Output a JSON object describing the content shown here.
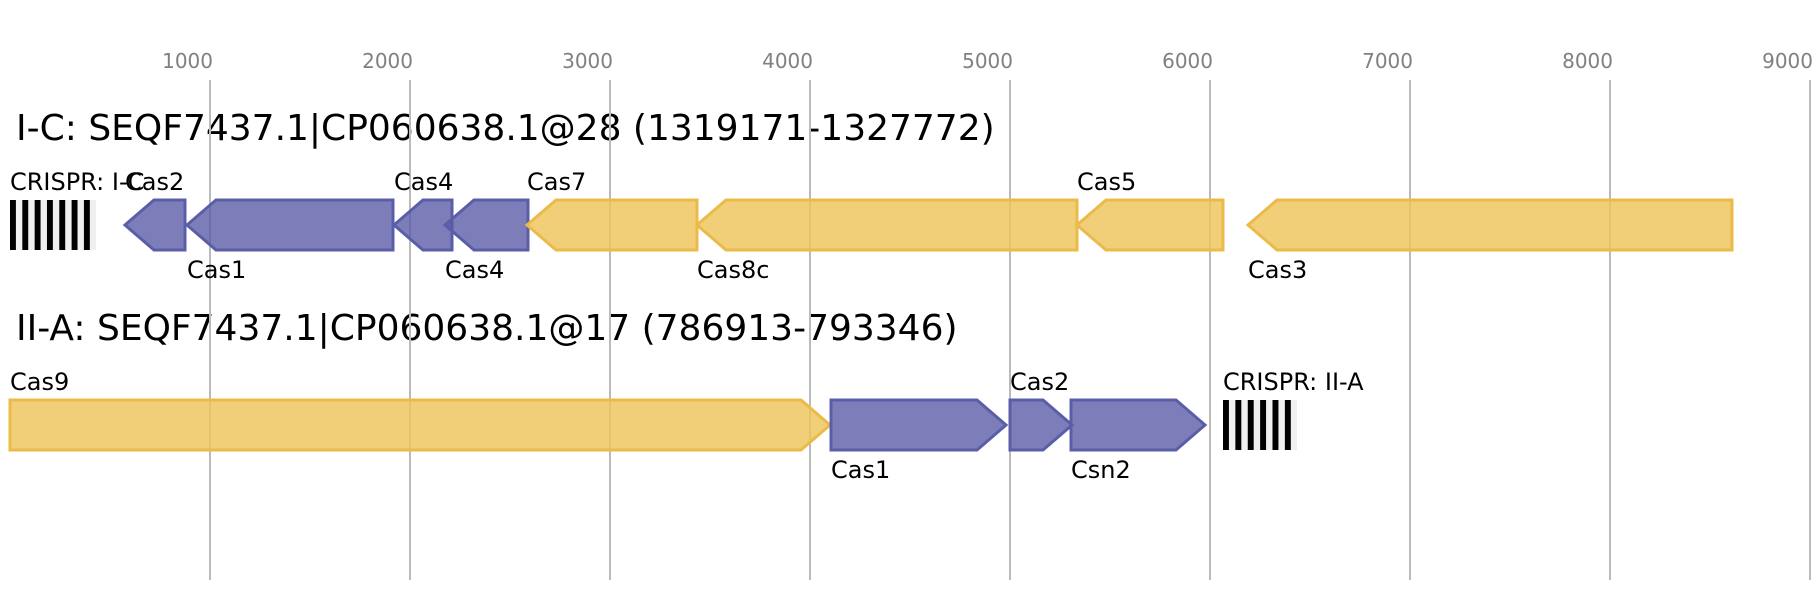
{
  "axis": {
    "ticks": [
      1000,
      2000,
      3000,
      4000,
      5000,
      6000,
      7000,
      8000,
      9000
    ],
    "tick_labels": [
      "1000",
      "2000",
      "3000",
      "4000",
      "5000",
      "6000",
      "7000",
      "8000",
      "9000"
    ],
    "range_bp": [
      0,
      9000
    ]
  },
  "colors": {
    "purple_fill": "#7b7db5",
    "purple_stroke": "#5a5ea8",
    "yellow_fill": "#f0cb72",
    "yellow_stroke": "#ebbb4a",
    "crispr_bar": "#000000",
    "gridline": "#bbbbbb",
    "tick_label": "#808080"
  },
  "tracks": [
    {
      "title": "I-C: SEQF7437.1|CP060638.1@28 (1319171-1327772)",
      "features": [
        {
          "type": "crispr",
          "label": "CRISPR: I-C",
          "start": 0,
          "end": 430,
          "repeats": 7,
          "label_pos": "above"
        },
        {
          "type": "gene",
          "label": "Cas2",
          "start": 575,
          "end": 875,
          "strand": "-",
          "color": "purple",
          "label_pos": "above"
        },
        {
          "type": "gene",
          "label": "Cas1",
          "start": 885,
          "end": 1915,
          "strand": "-",
          "color": "purple",
          "label_pos": "below"
        },
        {
          "type": "gene",
          "label": "Cas4",
          "start": 1920,
          "end": 2210,
          "strand": "-",
          "color": "purple",
          "label_pos": "above"
        },
        {
          "type": "gene",
          "label": "Cas4",
          "start": 2175,
          "end": 2590,
          "strand": "-",
          "color": "purple",
          "label_pos": "below"
        },
        {
          "type": "gene",
          "label": "Cas7",
          "start": 2585,
          "end": 3435,
          "strand": "-",
          "color": "yellow",
          "label_pos": "above"
        },
        {
          "type": "gene",
          "label": "Cas8c",
          "start": 3435,
          "end": 5335,
          "strand": "-",
          "color": "yellow",
          "label_pos": "below"
        },
        {
          "type": "gene",
          "label": "Cas5",
          "start": 5335,
          "end": 6065,
          "strand": "-",
          "color": "yellow",
          "label_pos": "above"
        },
        {
          "type": "gene",
          "label": "Cas3",
          "start": 6190,
          "end": 8610,
          "strand": "-",
          "color": "yellow",
          "label_pos": "below"
        }
      ]
    },
    {
      "title": "II-A: SEQF7437.1|CP060638.1@17 (786913-793346)",
      "features": [
        {
          "type": "gene",
          "label": "Cas9",
          "start": 0,
          "end": 4100,
          "strand": "+",
          "color": "yellow",
          "label_pos": "above"
        },
        {
          "type": "gene",
          "label": "Cas1",
          "start": 4105,
          "end": 4980,
          "strand": "+",
          "color": "purple",
          "label_pos": "below"
        },
        {
          "type": "gene",
          "label": "Cas2",
          "start": 5000,
          "end": 5310,
          "strand": "+",
          "color": "purple",
          "label_pos": "above"
        },
        {
          "type": "gene",
          "label": "Csn2",
          "start": 5305,
          "end": 5975,
          "strand": "+",
          "color": "purple",
          "label_pos": "below"
        },
        {
          "type": "crispr",
          "label": "CRISPR: II-A",
          "start": 6065,
          "end": 6435,
          "repeats": 6,
          "label_pos": "above"
        }
      ]
    }
  ]
}
